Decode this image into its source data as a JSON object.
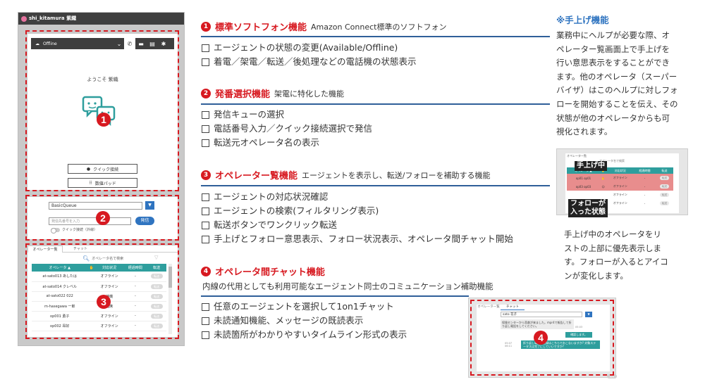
{
  "app": {
    "title": "shi_kitamura 紫織",
    "status": "Offline",
    "welcome": "ようこそ 紫織",
    "quick_connect": "クイック接続",
    "dialpad": "数値パッド",
    "queue": "BasicQueue",
    "number_placeholder": "発信先番号を入力",
    "send": "発信",
    "toggle_label": "クイック接続（外線）",
    "tabs": [
      "オペレータ一覧",
      "チャット"
    ],
    "search_placeholder": "オペレータ名で検索",
    "table_headers": [
      "オペレータ ▲",
      "",
      "対応状況",
      "経過時間",
      "転送"
    ],
    "rows": [
      {
        "name": "at-sato013 あしたは",
        "status": "オフライン",
        "elapsed": "-",
        "xfer": "転送"
      },
      {
        "name": "at-sato014 クレベル",
        "status": "オフライン",
        "elapsed": "-",
        "xfer": "転送"
      },
      {
        "name": "at-sato022 022",
        "status": "待機",
        "elapsed": "-",
        "xfer": "転送"
      },
      {
        "name": "m-hasegawa 一郎",
        "status": "離席",
        "elapsed": "-",
        "xfer": "転送"
      },
      {
        "name": "op001 勇子",
        "status": "オフライン",
        "elapsed": "-",
        "xfer": "転送"
      },
      {
        "name": "op002 昂好",
        "status": "オフライン",
        "elapsed": "-",
        "xfer": "転送"
      }
    ]
  },
  "sections": [
    {
      "num": "1",
      "title": "標準ソフトフォン機能",
      "desc": "Amazon Connect標準のソフトフォン",
      "items": [
        "エージェントの状態の変更(Available/Offline)",
        "着電／架電／転送／後処理などの電話機の状態表示"
      ]
    },
    {
      "num": "2",
      "title": "発番選択機能",
      "desc": "架電に特化した機能",
      "items": [
        "発信キューの選択",
        "電話番号入力／クイック接続選択で発信",
        "転送元オペレータ名の表示"
      ]
    },
    {
      "num": "3",
      "title": "オペレーター覧機能",
      "desc": "エージェントを表示し、転送/フォローを補助する機能",
      "items": [
        "エージェントの対応状況確認",
        "エージェントの検索(フィルタリング表示)",
        "転送ボタンでワンクリック転送",
        "手上げとフォロー意思表示、フォロー状況表示、オペレータ間チャット開始"
      ]
    },
    {
      "num": "4",
      "title": "オペレータ間チャット機能",
      "desc": "",
      "sub": "内線の代用としても利用可能なエージェント同士のコミュニケーション補助機能",
      "items": [
        "任意のエージェントを選択して1on1チャット",
        "未読通知機能、メッセージの既読表示",
        "未読箇所がわかりやすいタイムライン形式の表示"
      ]
    }
  ],
  "chat_inset": {
    "tabs": [
      "オペレータ一覧",
      "チャット"
    ],
    "selected": "sato 花子",
    "msg1": "保険センターから悲劇が来ました。mpr4で報告して折り返し電話をしてください。",
    "msg1_time": "05:03",
    "msg2": "確認します。",
    "msg3": "折り返し電話の記録はこちらでおこないますか? 対象ステータスは完了にしていいですか?",
    "msg3_time": "05:07",
    "msg3_time_b": "06:11",
    "send": "送信"
  },
  "right": {
    "title": "※手上げ機能",
    "para": "業務中にヘルプが必要な際、オ\nペレーター覧画面上で手上げを\n行い意思表示をすることができ\nます。他のオペレータ（スーパー\nバイザ）はこのヘルプに対しフォ\nローを開始することを伝え、その\n状態が他のオペレータからも可\n視化されます。",
    "para2": "手上げ中のオペレータをリ\nストの上部に優先表示しま\nす。フォローが入るとアイコ\nンが変化します。",
    "inset_tab": "オペレーター覧",
    "inset_search": "オペレータ名で検索",
    "inset_headers": [
      "オペレータ ▲",
      "",
      "対応状況",
      "経過時間",
      "転送"
    ],
    "inset_rows": [
      {
        "name": "op01 op01",
        "status": "オフライン",
        "elapsed": "-",
        "xfer": "転送"
      },
      {
        "name": "op03 op03",
        "status": "オフライン",
        "elapsed": "-",
        "xfer": "転送"
      },
      {
        "name": "",
        "status": "オフライン",
        "elapsed": "-",
        "xfer": "転送"
      },
      {
        "name": "",
        "status": "オフライン",
        "elapsed": "-",
        "xfer": "転送"
      }
    ],
    "label_hand": "手上げ中",
    "label_follow": "フォローが\n入った状態"
  }
}
